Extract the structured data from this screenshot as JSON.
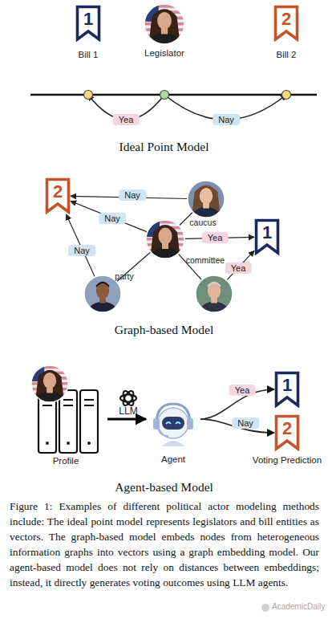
{
  "diagram": {
    "caption": "Figure 1: Examples of different political actor modeling methods include: The ideal point model represents legislators and bill entities as vectors. The graph-based model embeds nodes from heterogeneous information graphs into vectors using a graph embedding model. Our agent-based model does not rely on distances between embeddings; instead, it directly generates voting outcomes using LLM agents.",
    "nodes": [
      {
        "text": [
          "1",
          "Bill 1"
        ]
      },
      {
        "text": [
          "Legislator"
        ]
      },
      {
        "text": [
          "2",
          "Bill 2"
        ]
      },
      {
        "text": [
          "2"
        ]
      },
      {
        "text": []
      },
      {
        "text": []
      },
      {
        "text": [
          "1"
        ]
      },
      {
        "text": []
      },
      {
        "text": []
      },
      {
        "text": [
          "Profile"
        ]
      },
      {
        "text": [
          "Agent"
        ]
      },
      {
        "text": [
          "1"
        ]
      },
      {
        "text": [
          "2"
        ]
      }
    ],
    "edges": [
      {
        "from": 1,
        "to": 0,
        "label": "Yea",
        "arrow": "to"
      },
      {
        "from": 1,
        "to": 2,
        "label": "Nay",
        "arrow": "to"
      },
      {
        "from": 4,
        "to": 3,
        "label": "Nay",
        "arrow": "to"
      },
      {
        "from": 5,
        "to": 3,
        "label": "Nay",
        "arrow": "to"
      },
      {
        "from": 7,
        "to": 3,
        "label": "Nay",
        "arrow": "to"
      },
      {
        "from": 5,
        "to": 6,
        "label": "Yea",
        "arrow": "to"
      },
      {
        "from": 8,
        "to": 6,
        "label": "Yea",
        "arrow": "to"
      },
      {
        "from": 5,
        "to": 4,
        "label": "caucus",
        "arrow": "none"
      },
      {
        "from": 5,
        "to": 7,
        "label": "party",
        "arrow": "none"
      },
      {
        "from": 5,
        "to": 8,
        "label": "committee",
        "arrow": "none"
      },
      {
        "from": 9,
        "to": 10,
        "label": "LLM",
        "arrow": "to"
      },
      {
        "from": 10,
        "to": 11,
        "label": "Yea",
        "arrow": "to"
      },
      {
        "from": 10,
        "to": 12,
        "label": "Nay",
        "arrow": "to"
      }
    ],
    "labels": [
      "Ideal Point Model",
      "Graph-based Model",
      "Voting Prediction",
      "Agent-based Model",
      "AcademicDaily"
    ]
  }
}
